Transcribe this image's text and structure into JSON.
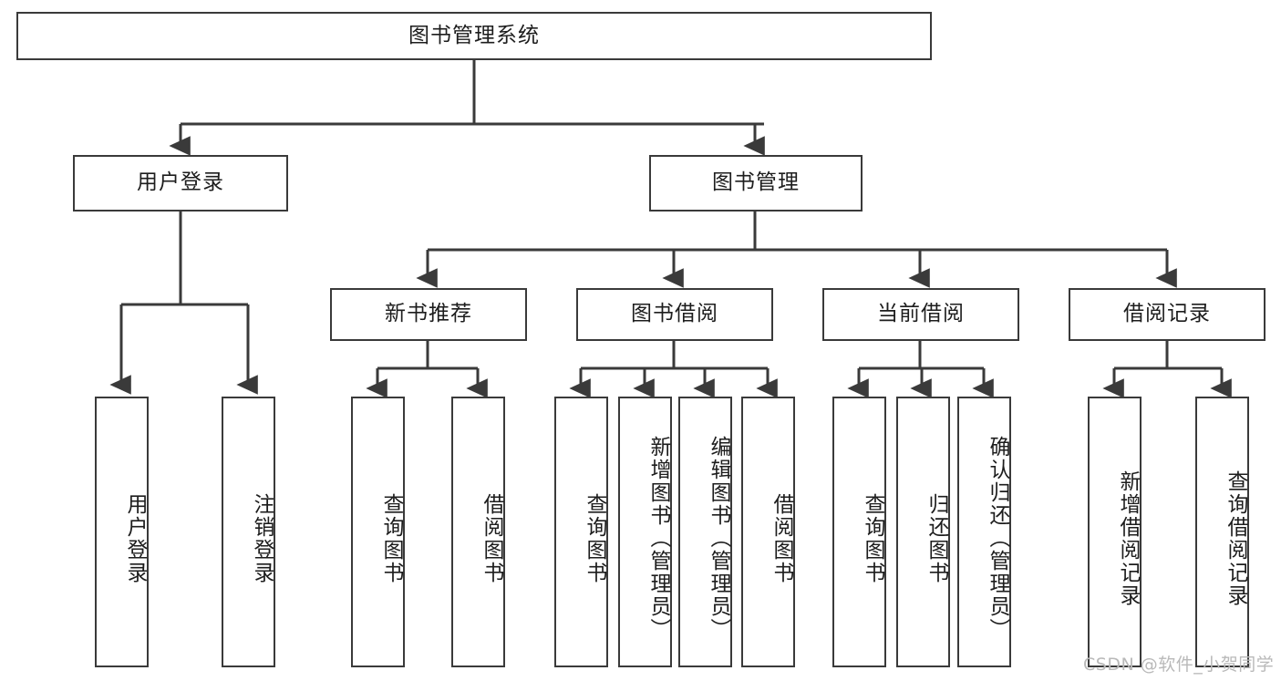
{
  "diagram": {
    "title": "图书管理系统",
    "watermark": "CSDN @软件_小贺同学",
    "level2": {
      "user_login": "用户登录",
      "book_manage": "图书管理"
    },
    "level3": {
      "new_book_rec": "新书推荐",
      "book_borrow": "图书借阅",
      "current_borrow": "当前借阅",
      "borrow_record": "借阅记录"
    },
    "leaves": {
      "user_login_child1": "用户登录",
      "user_login_child2": "注销登录",
      "new_book_child1": "查询图书",
      "new_book_child2": "借阅图书",
      "borrow_child1": "查询图书",
      "borrow_child2": "新增图书（管理员）",
      "borrow_child3": "编辑图书（管理员）",
      "borrow_child4": "借阅图书",
      "current_child1": "查询图书",
      "current_child2": "归还图书",
      "current_child3": "确认归还（管理员）",
      "record_child1": "新增借阅记录",
      "record_child2": "查询借阅记录"
    }
  },
  "chart_data": {
    "type": "table",
    "title": "图书管理系统 功能结构图",
    "tree": {
      "label": "图书管理系统",
      "children": [
        {
          "label": "用户登录",
          "children": [
            {
              "label": "用户登录",
              "children": []
            },
            {
              "label": "注销登录",
              "children": []
            }
          ]
        },
        {
          "label": "图书管理",
          "children": [
            {
              "label": "新书推荐",
              "children": [
                {
                  "label": "查询图书",
                  "children": []
                },
                {
                  "label": "借阅图书",
                  "children": []
                }
              ]
            },
            {
              "label": "图书借阅",
              "children": [
                {
                  "label": "查询图书",
                  "children": []
                },
                {
                  "label": "新增图书（管理员）",
                  "children": []
                },
                {
                  "label": "编辑图书（管理员）",
                  "children": []
                },
                {
                  "label": "借阅图书",
                  "children": []
                }
              ]
            },
            {
              "label": "当前借阅",
              "children": [
                {
                  "label": "查询图书",
                  "children": []
                },
                {
                  "label": "归还图书",
                  "children": []
                },
                {
                  "label": "确认归还（管理员）",
                  "children": []
                }
              ]
            },
            {
              "label": "借阅记录",
              "children": [
                {
                  "label": "新增借阅记录",
                  "children": []
                },
                {
                  "label": "查询借阅记录",
                  "children": []
                }
              ]
            }
          ]
        }
      ]
    }
  }
}
